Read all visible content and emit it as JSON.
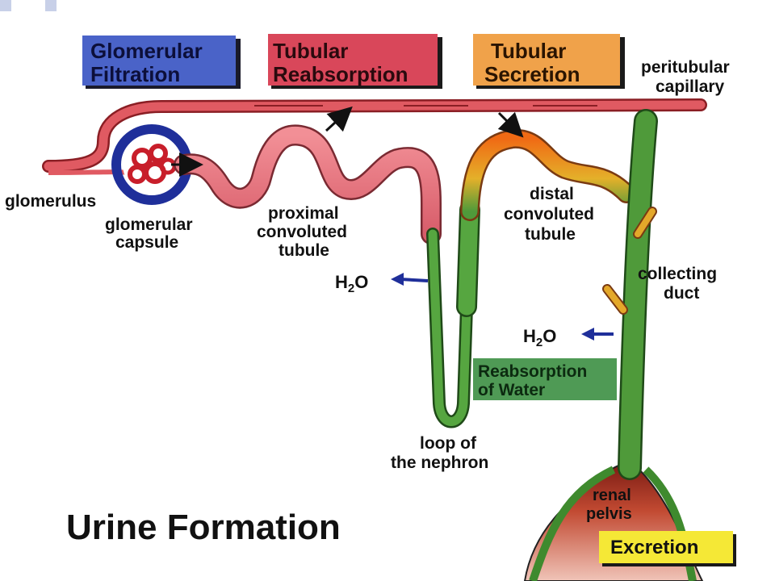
{
  "stages": {
    "filtration": {
      "line1": "Glomerular",
      "line2": "Filtration",
      "color": "#4a63c8"
    },
    "reabsorption": {
      "line1": "Tubular",
      "line2": "Reabsorption",
      "color": "#d9475a"
    },
    "secretion": {
      "line1": "Tubular",
      "line2": "Secretion",
      "color": "#f0a24a"
    },
    "water": {
      "line1": "Reabsorption",
      "line2": "of Water",
      "color": "#4f9a55"
    },
    "excretion": {
      "line1": "Excretion",
      "color": "#f5e836"
    }
  },
  "labels": {
    "glomerulus": "glomerulus",
    "capsule": {
      "line1": "glomerular",
      "line2": "capsule"
    },
    "pct": {
      "line1": "proximal",
      "line2": "convoluted",
      "line3": "tubule"
    },
    "dct": {
      "line1": "distal",
      "line2": "convoluted",
      "line3": "tubule"
    },
    "capillary": {
      "line1": "peritubular",
      "line2": "capillary"
    },
    "collecting": {
      "line1": "collecting",
      "line2": "duct"
    },
    "loop": {
      "line1": "loop of",
      "line2": "the nephron"
    },
    "pelvis": {
      "line1": "renal",
      "line2": "pelvis"
    },
    "water1": {
      "main": "H",
      "sub": "2",
      "end": "O"
    },
    "water2": {
      "main": "H",
      "sub": "2",
      "end": "O"
    }
  },
  "title": "Urine Formation",
  "colors": {
    "tubule_red": "#e0707c",
    "tubule_green": "#4f9a3a",
    "tubule_orange": "#f07d1f",
    "capillary": "#d33a44",
    "capsule_blue": "#1f2f9a",
    "pelvis": "#b83a2a"
  }
}
